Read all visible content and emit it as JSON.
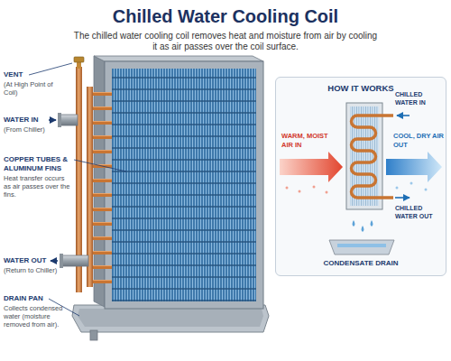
{
  "diagram": {
    "title": "Chilled Water Cooling Coil",
    "caption": "The chilled water cooling coil removes heat and moisture from air by cooling it as air passes over the coil surface.",
    "nodes": [
      {
        "text": [
          "HOW IT WORKS"
        ]
      }
    ],
    "labels": [
      "VENT",
      "(At High Point of Coil)",
      "WATER IN",
      "(From Chiller)",
      "COPPER TUBES & ALUMINUM FINS",
      "Heat transfer occurs as air passes over the fins.",
      "WATER OUT",
      "(Return to Chiller)",
      "DRAIN PAN",
      "Collects condensed water (moisture removed from air).",
      "WARM, MOIST AIR IN",
      "CHILLED WATER IN",
      "COOL, DRY AIR OUT",
      "CHILLED WATER OUT",
      "CONDENSATE DRAIN"
    ]
  }
}
